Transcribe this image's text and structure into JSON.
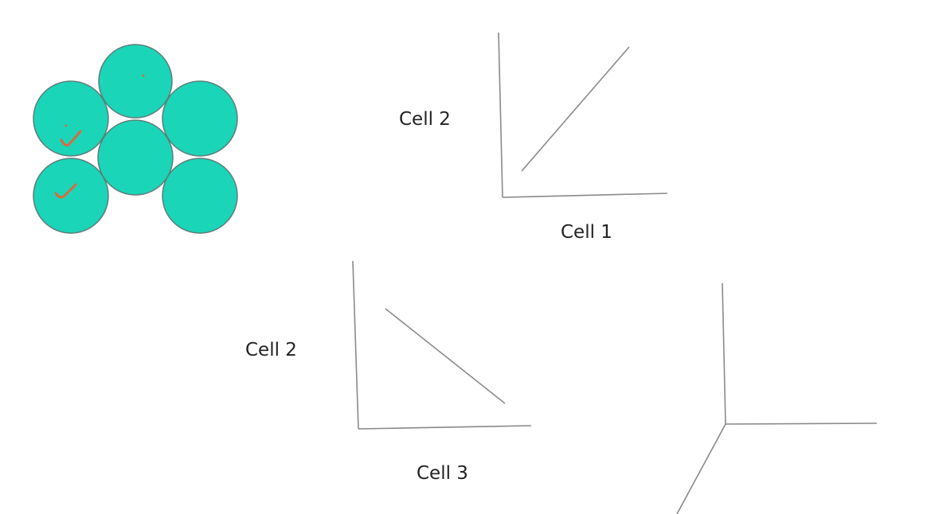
{
  "colors": {
    "cell_fill": "#1ad5b8",
    "cell_stroke": "#5f7d78",
    "check_mark": "#e0683c",
    "axis_line": "#8a8a8a",
    "text": "#222222"
  },
  "cell_cluster": {
    "cell_count": 6,
    "checked_cells": 2
  },
  "graph_top": {
    "y_label": "Cell 2",
    "x_label": "Cell 1"
  },
  "graph_bottom": {
    "y_label": "Cell 2",
    "x_label": "Cell 3"
  },
  "junction": {
    "branches": 3
  }
}
